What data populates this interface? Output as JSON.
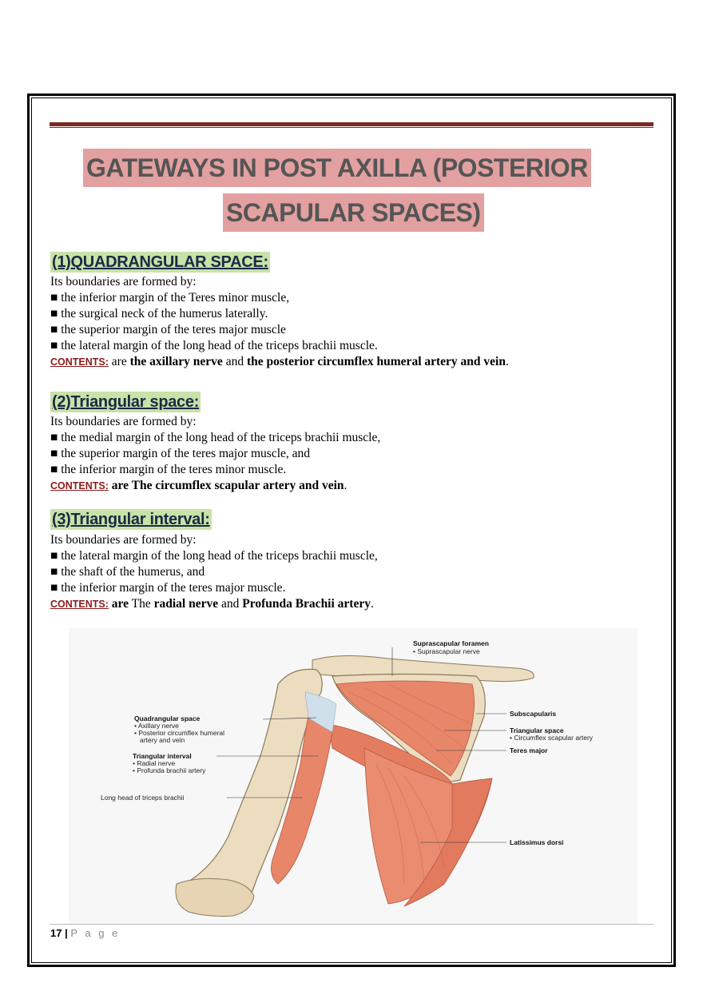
{
  "title": {
    "line1": "GATEWAYS IN POST AXILLA (POSTERIOR",
    "line2": "SCAPULAR SPACES)"
  },
  "sections": [
    {
      "heading": "(1)QUADRANGULAR SPACE:",
      "intro": " Its boundaries are formed by:",
      "items": [
        "■ the inferior margin of the Teres minor muscle,",
        "■ the surgical neck of the humerus laterally.",
        "■ the superior margin of the teres major muscle",
        " ■ the lateral margin of the long head of the triceps brachii muscle."
      ],
      "contents_label": "CONTENTS:",
      "contents_parts": [
        " are ",
        "the axillary nerve",
        " and ",
        "the posterior circumflex humeral artery and vein",
        "."
      ]
    },
    {
      "heading": "(2)Triangular space:",
      "intro": "Its boundaries are formed by:",
      "items": [
        "■ the medial margin of the long head of the triceps brachii muscle,",
        "■ the superior margin of the teres major muscle, and",
        "■ the inferior margin of the teres minor muscle."
      ],
      "contents_label": "CONTENTS:",
      "contents_parts": [
        " ",
        "are The circumflex scapular artery and vein",
        "."
      ]
    },
    {
      "heading": "(3)Triangular interval:",
      "intro": "Its boundaries are formed by:",
      "items": [
        "■ the lateral margin of the long head of the triceps brachii muscle,",
        "■ the shaft of the humerus, and",
        "■ the inferior margin of the teres major muscle."
      ],
      "contents_label": "CONTENTS:",
      "contents_parts": [
        " ",
        "are",
        " The ",
        "radial nerve",
        " and ",
        "Profunda Brachii artery",
        "."
      ]
    }
  ],
  "figure": {
    "labels": {
      "suprascapular_foramen": "Suprascapular foramen",
      "suprascapular_nerve": "• Suprascapular nerve",
      "quadrangular_space": "Quadrangular space",
      "axillary_nerve": "• Axillary nerve",
      "post_circumflex_1": "• Posterior circumflex humeral",
      "post_circumflex_2": "artery and vein",
      "triangular_interval": "Triangular interval",
      "radial_nerve": "• Radial nerve",
      "profunda": "• Profunda brachii artery",
      "long_head": "Long head of triceps brachii",
      "subscapularis": "Subscapularis",
      "triangular_space": "Triangular space",
      "circumflex_scapular": "• Circumflex scapular artery",
      "teres_major": "Teres major",
      "latissimus": "Latissimus dorsi"
    }
  },
  "footer": {
    "page_number": "17",
    "separator": "|",
    "page_word": "P a g e"
  },
  "colors": {
    "title_bg": "#e3a0a0",
    "heading_bg": "#c9e2a8",
    "contents_label": "#8b1a1a",
    "rule": "#7a2a22",
    "muscle": "#e8866a",
    "bone": "#ecdcc0"
  }
}
